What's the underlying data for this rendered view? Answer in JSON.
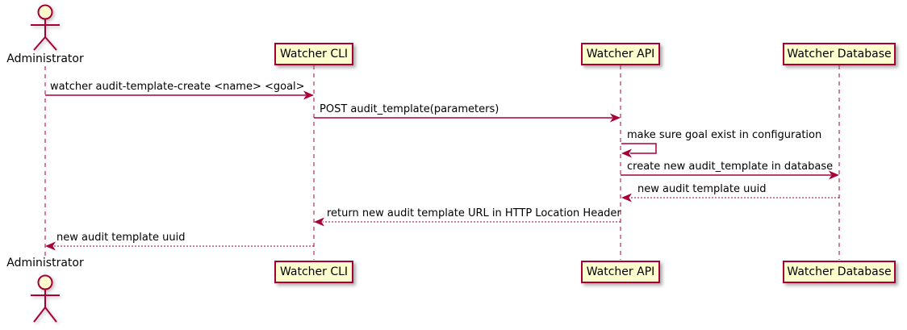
{
  "diagram": {
    "type": "sequence",
    "style": "plantuml",
    "colors": {
      "accent": "#A80036",
      "participant_fill": "#FEFECE",
      "text": "#000000",
      "background": "#FFFFFF"
    },
    "actors": [
      {
        "name": "Administrator"
      }
    ],
    "participants": [
      {
        "label": "Watcher CLI"
      },
      {
        "label": "Watcher API"
      },
      {
        "label": "Watcher Database"
      }
    ],
    "messages": [
      {
        "from": "Administrator",
        "to": "Watcher CLI",
        "style": "solid",
        "text": "watcher audit-template-create <name> <goal>"
      },
      {
        "from": "Watcher CLI",
        "to": "Watcher API",
        "style": "solid",
        "text": "POST audit_template(parameters)"
      },
      {
        "from": "Watcher API",
        "to": "Watcher API",
        "style": "self",
        "text": "make sure goal exist in configuration"
      },
      {
        "from": "Watcher API",
        "to": "Watcher Database",
        "style": "solid",
        "text": "create new audit_template in database"
      },
      {
        "from": "Watcher Database",
        "to": "Watcher API",
        "style": "dashed",
        "text": "new audit template uuid"
      },
      {
        "from": "Watcher API",
        "to": "Watcher CLI",
        "style": "dashed",
        "text": "return new audit template URL in HTTP Location Header"
      },
      {
        "from": "Watcher CLI",
        "to": "Administrator",
        "style": "dashed",
        "text": "new audit template uuid"
      }
    ]
  }
}
